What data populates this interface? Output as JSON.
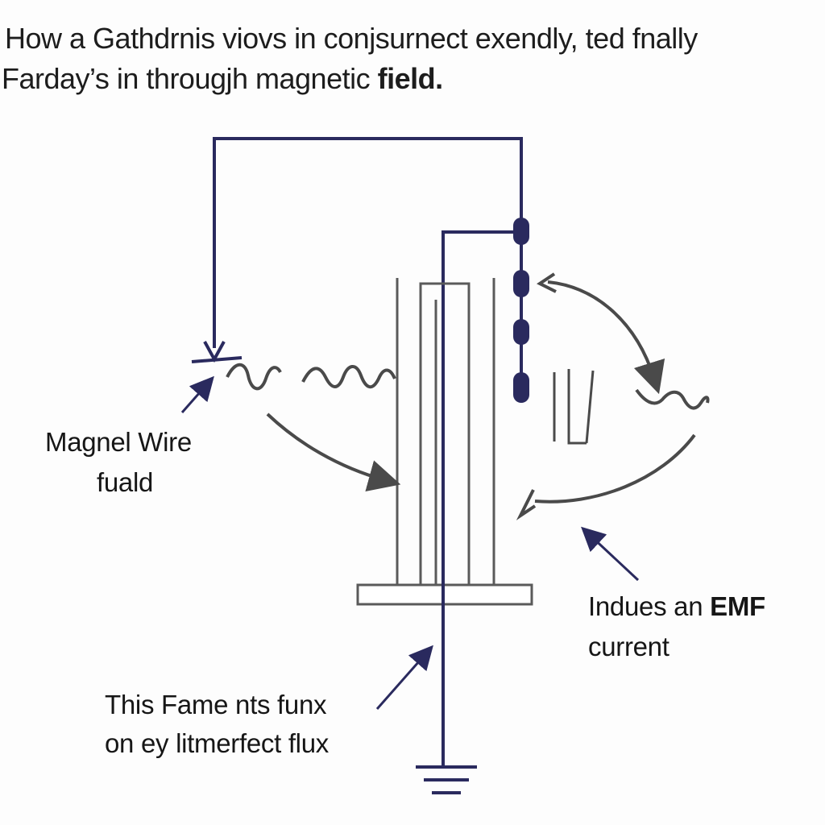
{
  "title": {
    "line1": "How a Gathdrnis viovs in conjsurnect exendly, ted fnally",
    "line2_prefix": "Farday’s in througjh magnetic ",
    "line2_bold": "field."
  },
  "labels": {
    "magnet_wire_line1": "Magnel Wire",
    "magnet_wire_line2": "fuald",
    "induces_line1_prefix": "Indues an ",
    "induces_line1_bold": "EMF",
    "induces_line2": "current",
    "frame_line1": "This Fame nts funx",
    "frame_line2": "on ey litmerfect flux"
  },
  "colors": {
    "wire": "#2a2a5e",
    "outline": "#5a5a5a",
    "arrow": "#4a4a4a",
    "background": "#fdfdfd"
  }
}
